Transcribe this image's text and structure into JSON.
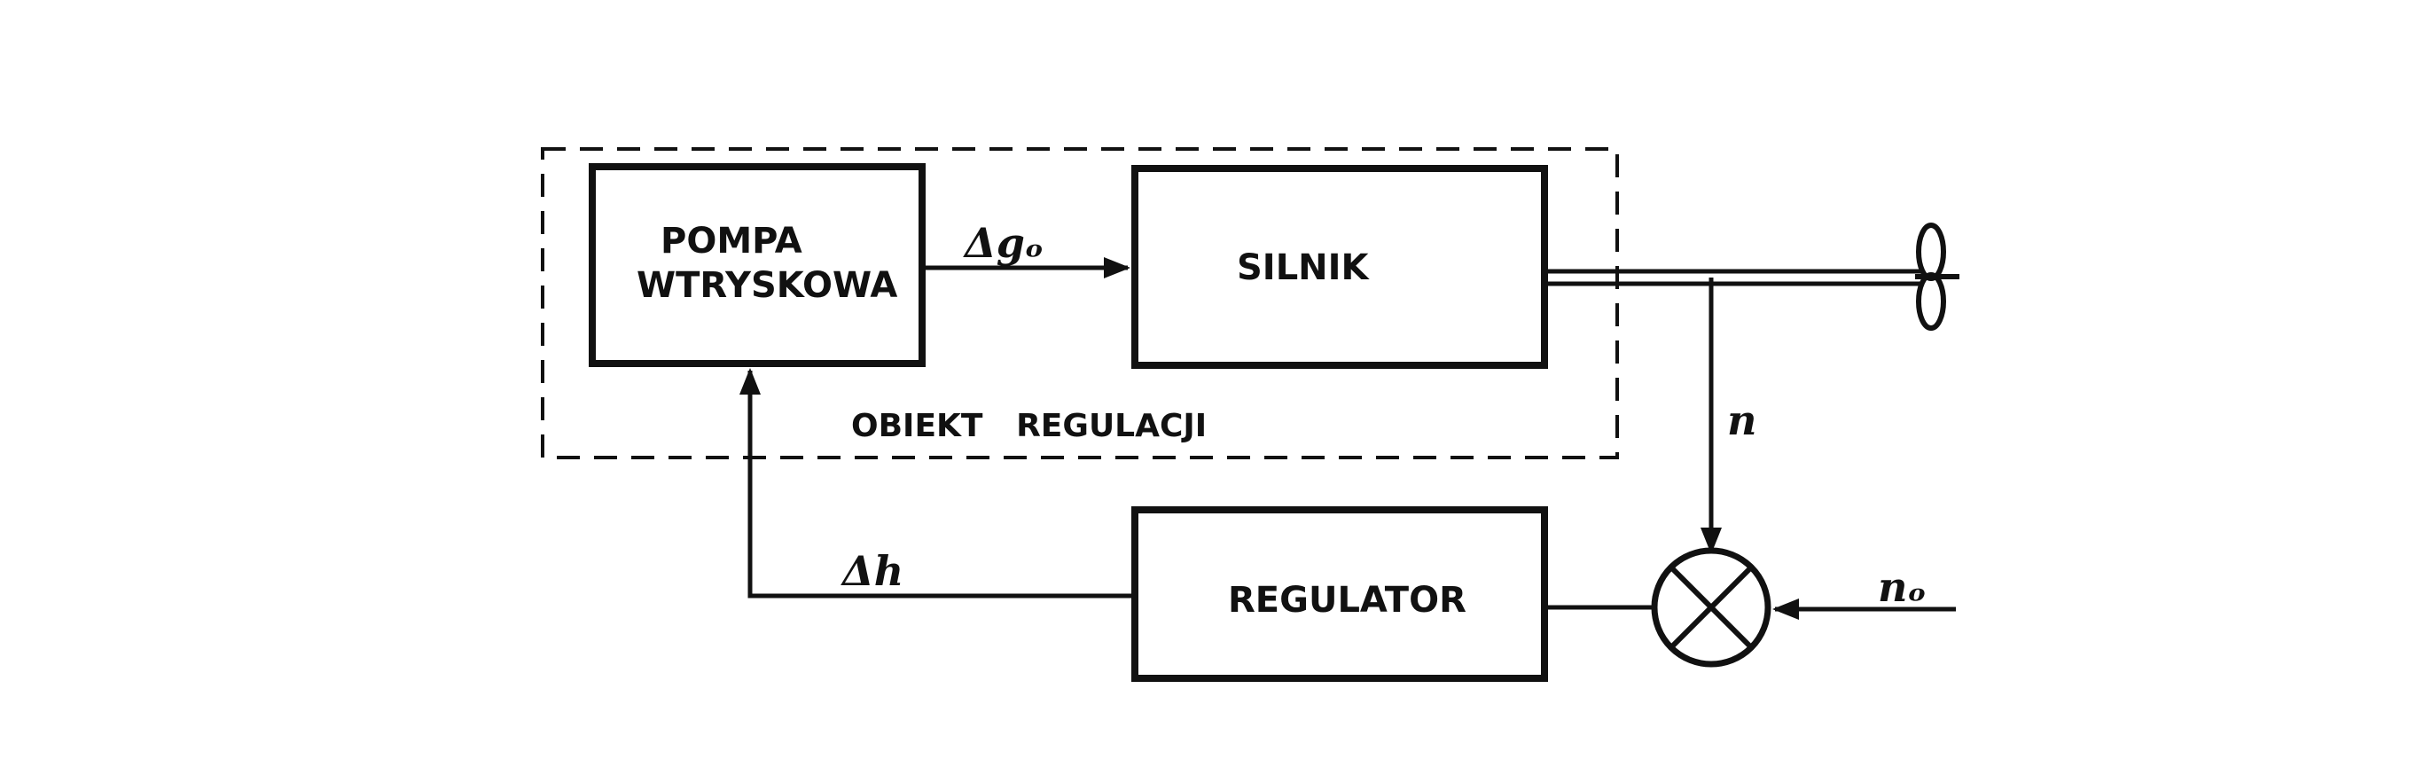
{
  "blocks": {
    "pump_line1": "POMPA",
    "pump_line2": "WTRYSKOWA",
    "engine": "SILNIK",
    "regulator": "REGULATOR"
  },
  "region": {
    "label": "OBIEKT   REGULACJI"
  },
  "signals": {
    "fuel_delta": "Δgₒ",
    "speed": "n",
    "setpoint": "nₒ",
    "rack_delta": "Δh"
  },
  "colors": {
    "ink": "#111111",
    "paper": "#ffffff"
  },
  "icons": {
    "propeller": "propeller-icon",
    "summing_junction": "summing-junction-icon"
  }
}
